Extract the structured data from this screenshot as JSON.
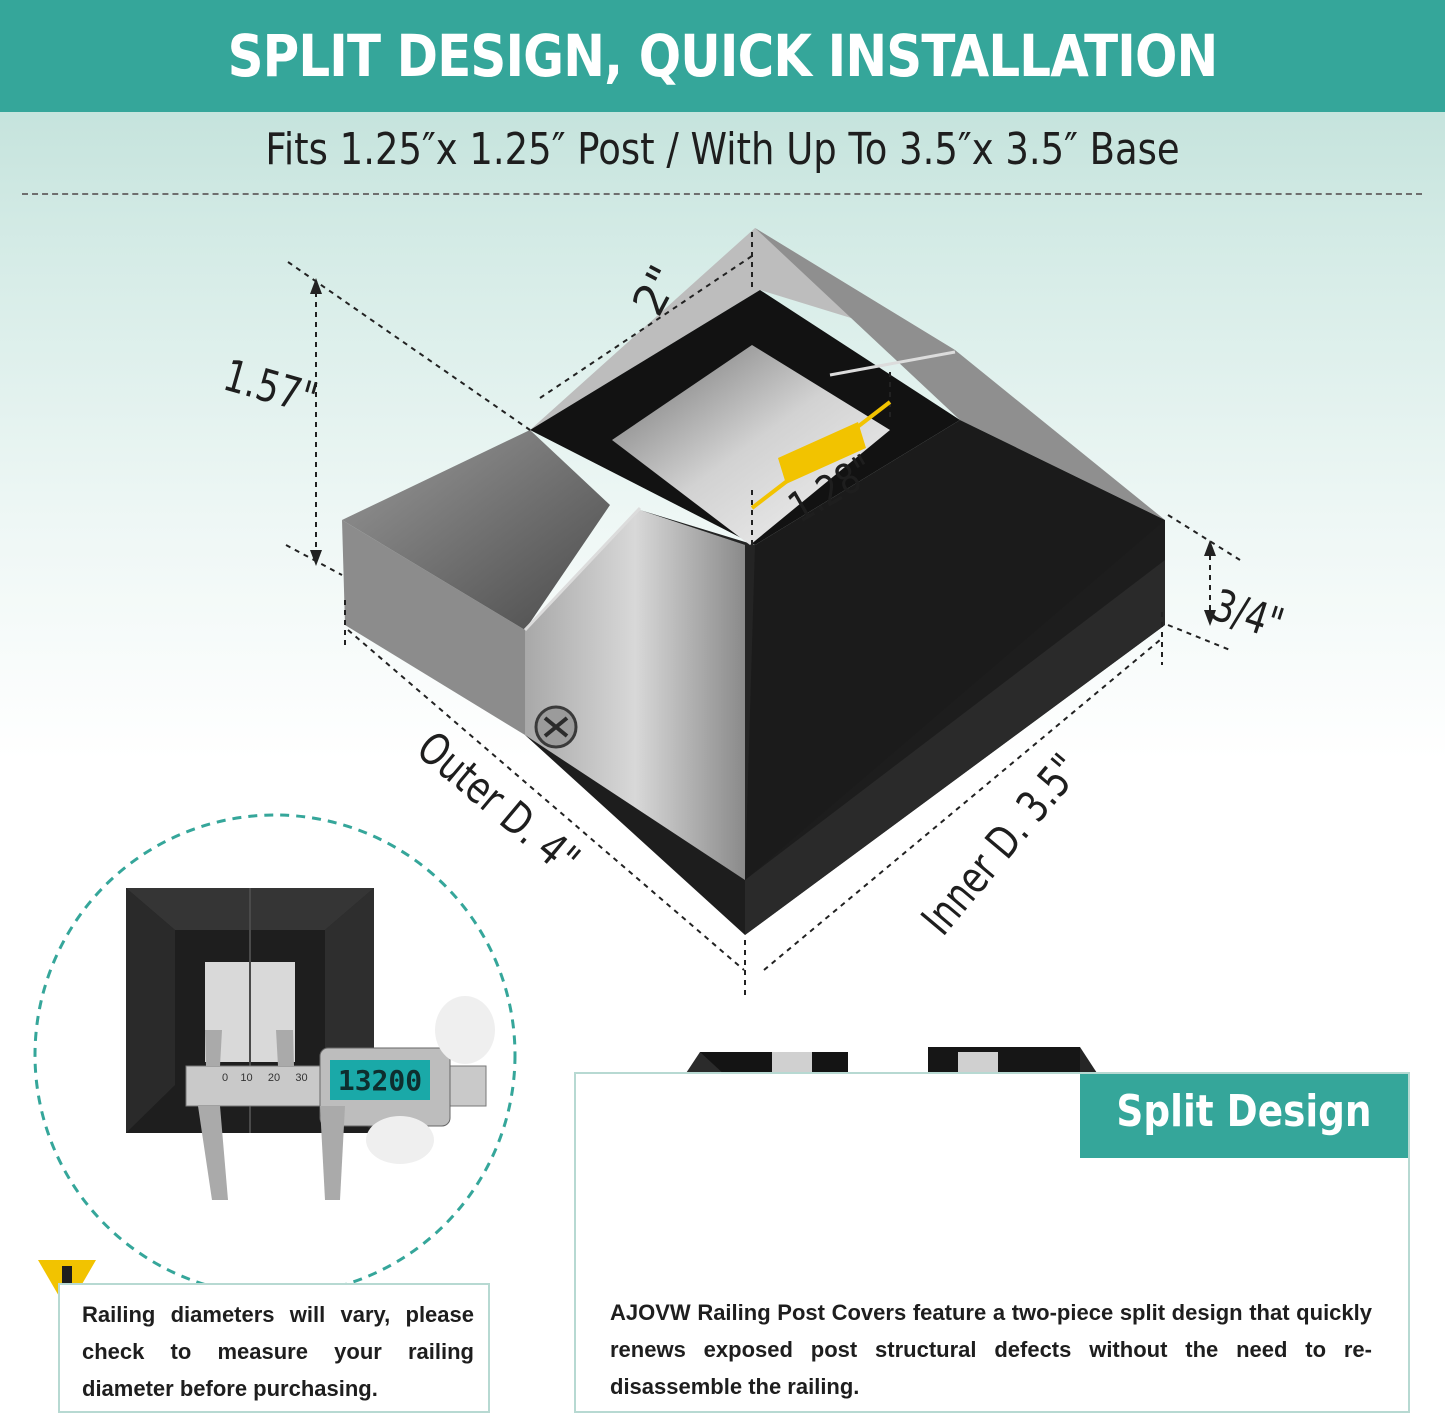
{
  "header": {
    "title": "SPLIT DESIGN, QUICK INSTALLATION",
    "subtitle": "Fits  1.25″x 1.25″ Post / With Up To 3.5″x 3.5″ Base"
  },
  "dimensions": {
    "top_width": "2\"",
    "height": "1.57\"",
    "post_opening": "1.28\"",
    "base_height": "3/4\"",
    "outer_diameter": "Outer D.  4\"",
    "inner_diameter": "Inner D. 3.5\""
  },
  "caliper": {
    "reading": "13200",
    "scale_marks": [
      "0",
      "10",
      "20",
      "30"
    ]
  },
  "note": {
    "text": "Railing diameters will vary, please check to measure your railing diameter before purchasing."
  },
  "split": {
    "title": "Split Design",
    "text": "AJOVW Railing Post Covers feature a two-piece split design that quickly renews exposed post structural defects without the need to re-disassemble the railing."
  },
  "colors": {
    "accent": "#35a69a",
    "cover": "#1f1f1f",
    "highlight": "#f2c300"
  },
  "icons": {
    "warning": "warning-icon",
    "screw": "screw-icon"
  }
}
